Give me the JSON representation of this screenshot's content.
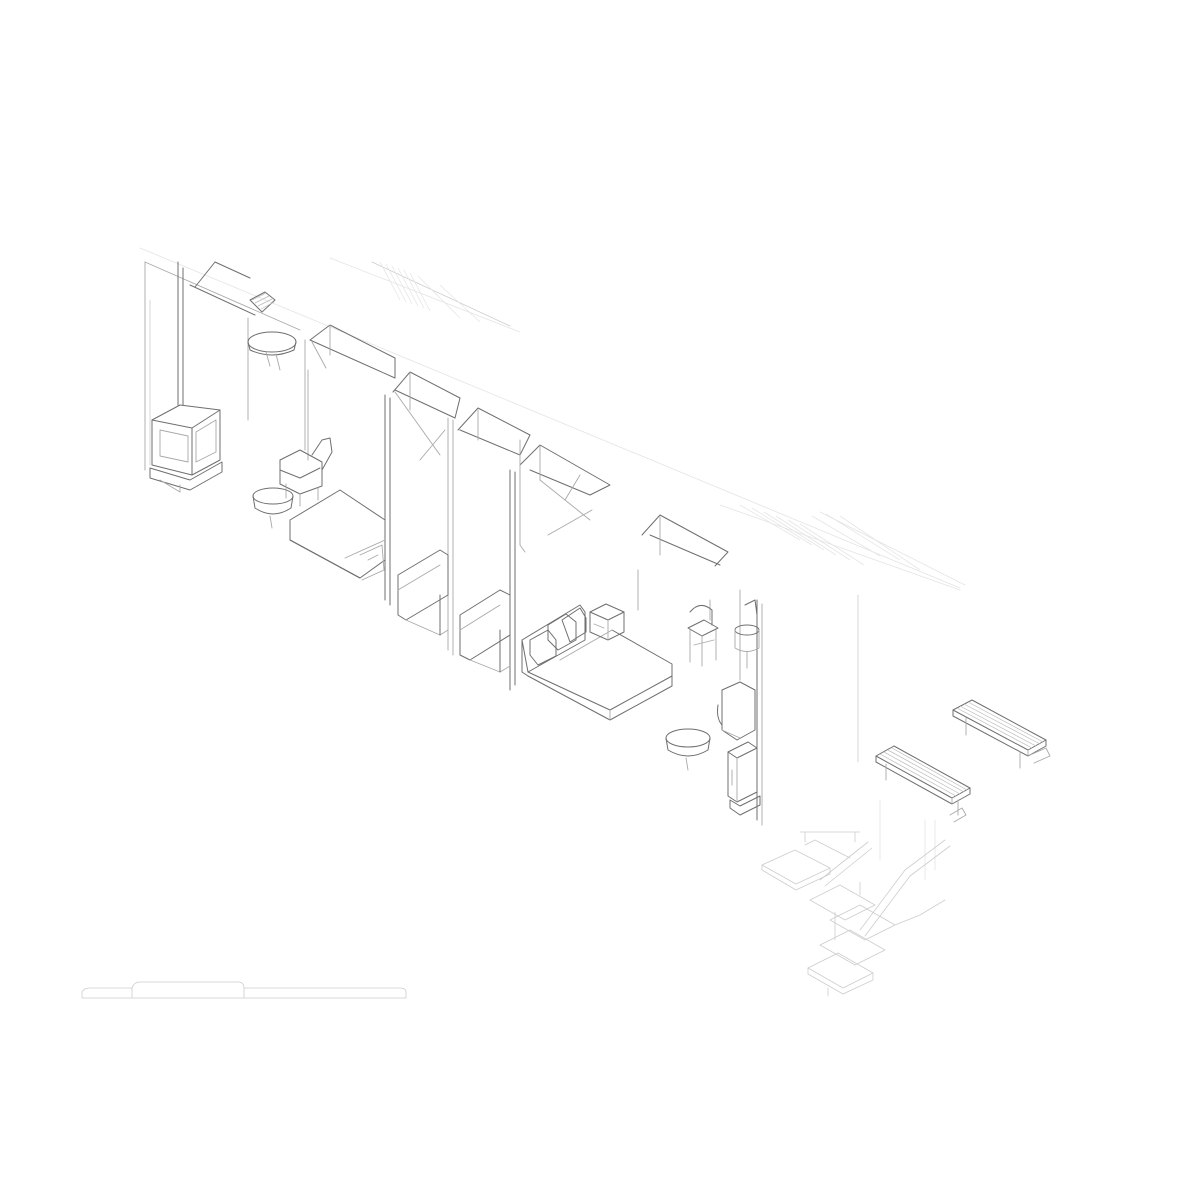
{
  "drawing": {
    "type": "axonometric section",
    "line_color": "#6f6f6f",
    "faint_line_color": "#cdcdcd",
    "background": "#ffffff"
  },
  "components": [
    "wood-stove",
    "round-side-table",
    "lounge-chair",
    "day-bed",
    "bunk-bed",
    "double-bed",
    "nightstand",
    "wishbone-chair",
    "dining-chair",
    "kitchen-counter",
    "bench",
    "stair"
  ],
  "scale_bar": {
    "segments": 3
  }
}
